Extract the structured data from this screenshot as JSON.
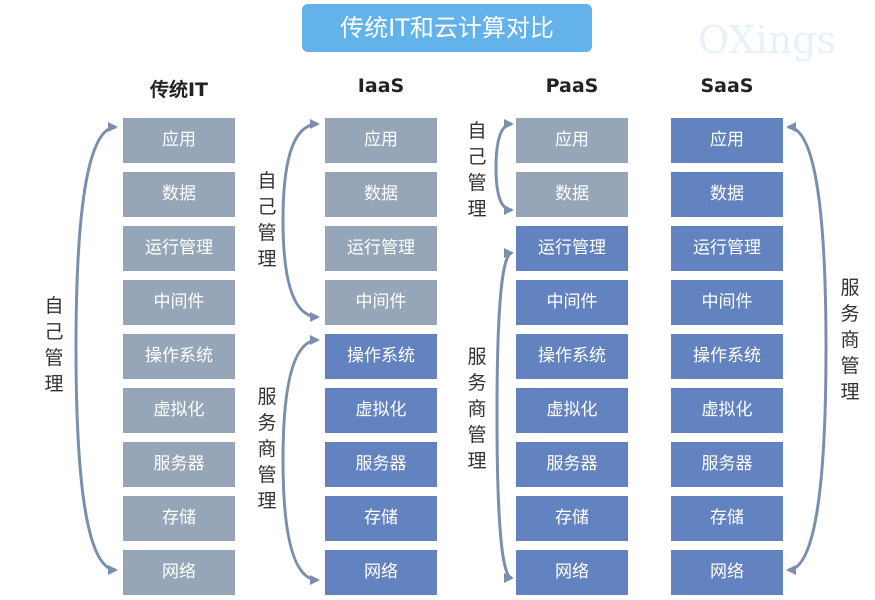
{
  "title": "传统IT和云计算对比",
  "watermark": "OXings",
  "columns": [
    {
      "name": "传统IT"
    },
    {
      "name": "IaaS"
    },
    {
      "name": "PaaS"
    },
    {
      "name": "SaaS"
    }
  ],
  "layers": [
    "应用",
    "数据",
    "运行管理",
    "中间件",
    "操作系统",
    "虚拟化",
    "服务器",
    "存储",
    "网络"
  ],
  "managed_by_self_count": [
    9,
    4,
    2,
    0
  ],
  "labels": {
    "self": "自己管理",
    "vendor": "服务商管理"
  },
  "colors": {
    "self_managed": "#96a6b8",
    "vendor_managed": "#6383c0",
    "title_bg": "#63b3ea",
    "arrow": "#7a8fb0"
  }
}
